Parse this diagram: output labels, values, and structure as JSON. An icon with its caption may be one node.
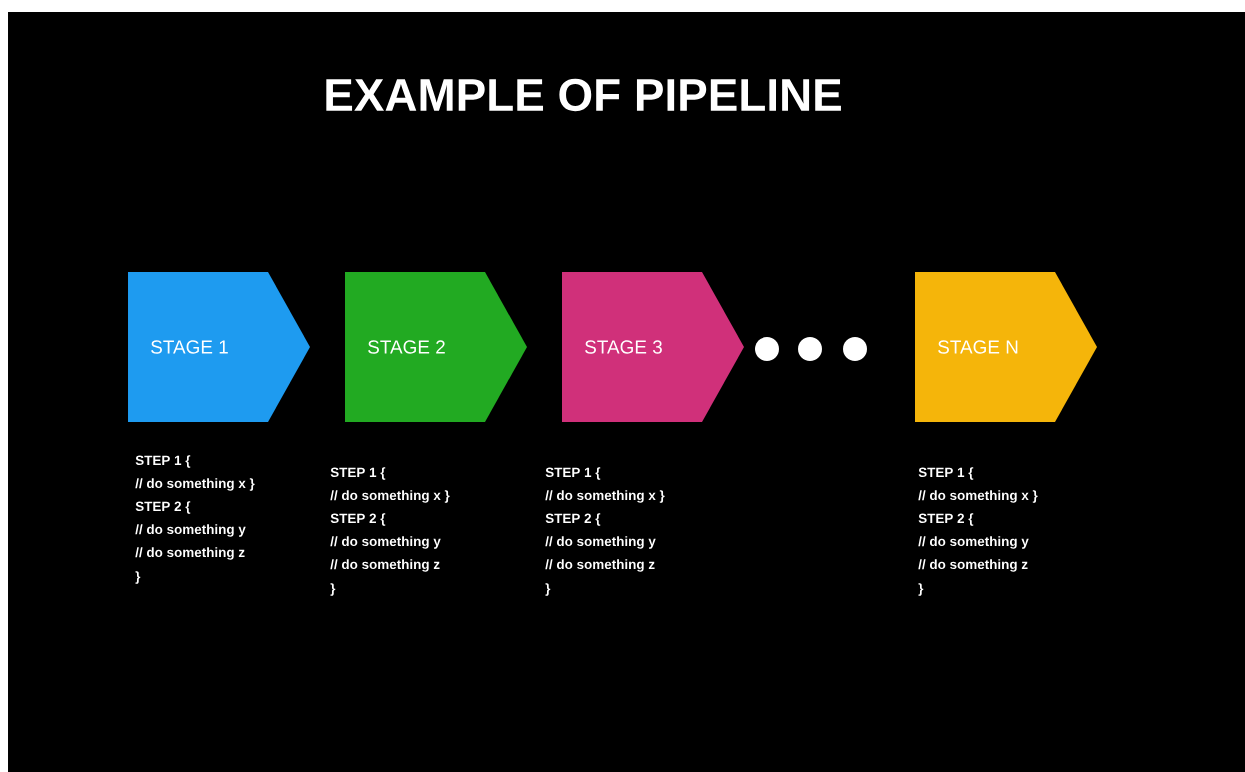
{
  "diagram": {
    "title": "EXAMPLE OF PIPELINE",
    "nodes": [
      {
        "text": [
          "STAGE 1"
        ],
        "beside": [
          "STEP 1 {",
          "// do something x }",
          "STEP 2 {",
          "// do something y",
          "// do something z",
          "}"
        ]
      },
      {
        "text": [
          "STAGE 2"
        ],
        "beside": [
          "STEP 1 {",
          "// do something x }",
          "STEP 2 {",
          "// do something y",
          "// do something z",
          "}"
        ]
      },
      {
        "text": [
          "STAGE 3"
        ],
        "beside": [
          "STEP 1 {",
          "// do something x }",
          "STEP 2 {",
          "// do something y",
          "// do something z",
          "}"
        ]
      },
      {
        "text": [],
        "shape": "circle"
      },
      {
        "text": [],
        "shape": "circle"
      },
      {
        "text": [],
        "shape": "circle"
      },
      {
        "text": [
          "STAGE N"
        ],
        "beside": [
          "STEP 1 {",
          "// do something x }",
          "STEP 2 {",
          "// do something y",
          "// do something z",
          "}"
        ]
      }
    ]
  }
}
